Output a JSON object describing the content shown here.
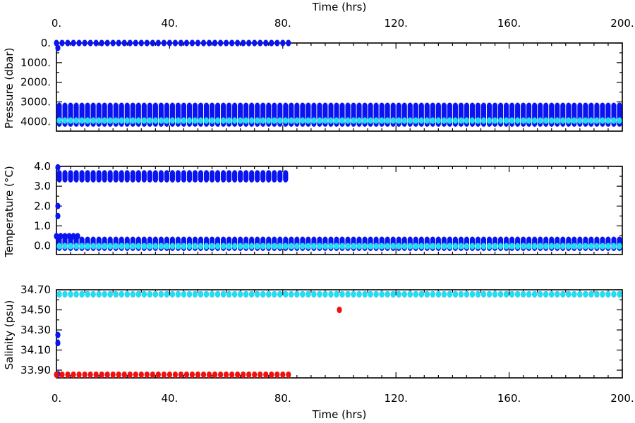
{
  "chart_data": {
    "type": "scatter",
    "x_axis": {
      "label": "Time (hrs)",
      "range": [
        0,
        200
      ],
      "ticks": [
        0,
        40,
        80,
        120,
        160,
        200
      ],
      "tick_labels": [
        "0.",
        "40.",
        "80.",
        "120.",
        "160.",
        "200."
      ],
      "minor_step": 5
    },
    "colors": {
      "deep_blue": "#0a14f0",
      "light_blue": "#20e0f0",
      "red": "#f01010"
    },
    "panels": [
      {
        "ylabel": "Pressure (dbar)",
        "ylim": [
          0,
          4200
        ],
        "inverted": true,
        "yticks": [
          0,
          1000,
          2000,
          3000,
          4000
        ],
        "ytick_labels": [
          "0.",
          "1000.",
          "2000.",
          "3000.",
          "4000."
        ],
        "ytick_minor_step": 500,
        "series": [
          {
            "color_key": "deep_blue",
            "style": "column",
            "x_start": 1,
            "x_end": 200,
            "x_step": 2,
            "y_from": 3200,
            "y_to": 4180,
            "y_step": 90
          },
          {
            "color_key": "deep_blue",
            "style": "row",
            "x_start": 0,
            "x_end": 82,
            "x_step": 2,
            "y": 0
          },
          {
            "color_key": "deep_blue",
            "style": "points",
            "points": [
              [
                1,
                3300
              ],
              [
                3,
                3300
              ],
              [
                5,
                3300
              ],
              [
                7,
                3300
              ],
              [
                0.5,
                250
              ]
            ]
          },
          {
            "color_key": "light_blue",
            "style": "row",
            "x_start": 1,
            "x_end": 200,
            "x_step": 2,
            "y": 3950
          }
        ]
      },
      {
        "ylabel": "Temperature (°C)",
        "ylim": [
          -0.3,
          4.0
        ],
        "inverted": false,
        "yticks": [
          0,
          1,
          2,
          3,
          4
        ],
        "ytick_labels": [
          "0.0",
          "1.0",
          "2.0",
          "3.0",
          "4.0"
        ],
        "ytick_minor_step": 0.5,
        "series": [
          {
            "color_key": "deep_blue",
            "style": "column",
            "x_start": 1,
            "x_end": 82,
            "x_step": 2,
            "y_from": 3.35,
            "y_to": 3.65,
            "y_step": 0.075
          },
          {
            "color_key": "deep_blue",
            "style": "column",
            "x_start": 1,
            "x_end": 200,
            "x_step": 2,
            "y_from": -0.1,
            "y_to": 0.3,
            "y_step": 0.08
          },
          {
            "color_key": "deep_blue",
            "style": "row",
            "x_start": 0,
            "x_end": 8,
            "x_step": 1.5,
            "y": 0.48
          },
          {
            "color_key": "deep_blue",
            "style": "points",
            "points": [
              [
                0.5,
                3.95
              ],
              [
                0.5,
                2.0
              ],
              [
                0.5,
                1.5
              ]
            ]
          },
          {
            "color_key": "light_blue",
            "style": "row",
            "x_start": 1,
            "x_end": 200,
            "x_step": 2,
            "y": -0.02
          }
        ]
      },
      {
        "ylabel": "Salinity (psu)",
        "ylim": [
          33.83,
          34.7
        ],
        "inverted": false,
        "yticks": [
          33.9,
          34.1,
          34.3,
          34.5,
          34.7
        ],
        "ytick_labels": [
          "33.90",
          "34.10",
          "34.30",
          "34.50",
          "34.70"
        ],
        "ytick_minor_step": 0.1,
        "series": [
          {
            "color_key": "deep_blue",
            "style": "row",
            "x_start": 1,
            "x_end": 200,
            "x_step": 2,
            "y": 34.655
          },
          {
            "color_key": "light_blue",
            "style": "row",
            "x_start": 1,
            "x_end": 200,
            "x_step": 2,
            "y": 34.655
          },
          {
            "color_key": "deep_blue",
            "style": "points",
            "points": [
              [
                0.5,
                34.25
              ],
              [
                0.5,
                34.17
              ],
              [
                0.5,
                33.86
              ]
            ]
          },
          {
            "color_key": "red",
            "style": "row",
            "x_start": 0,
            "x_end": 82,
            "x_step": 2,
            "y": 33.855
          },
          {
            "color_key": "red",
            "style": "points",
            "points": [
              [
                100,
                34.5
              ]
            ]
          }
        ]
      }
    ]
  }
}
